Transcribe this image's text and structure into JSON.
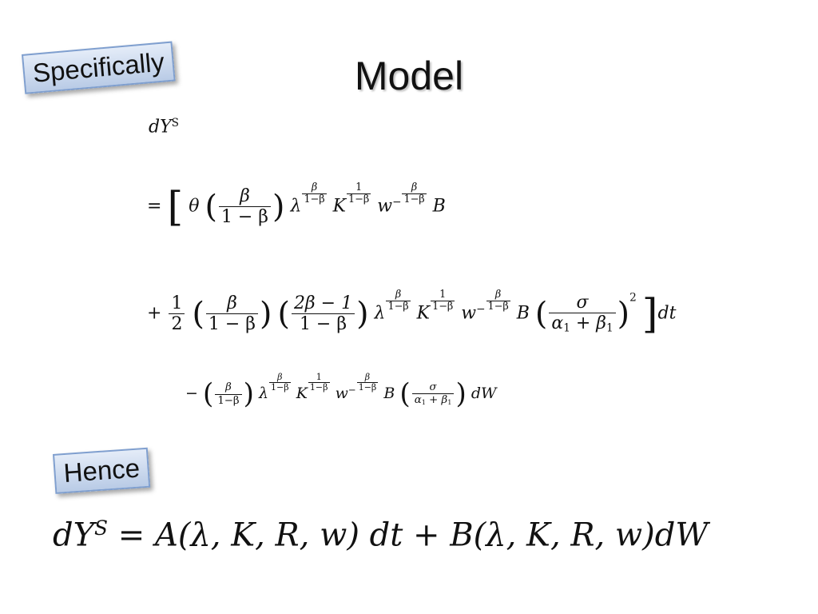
{
  "slide": {
    "title": "Model",
    "tag_specifically": "Specifically",
    "tag_hence": "Hence"
  },
  "model": {
    "lhs": "dY",
    "lhs_sup": "S",
    "equals": "=",
    "plus": "+",
    "minus": "−",
    "theta": "θ",
    "beta": "β",
    "one_minus_beta": "1 − β",
    "lambda": "λ",
    "K": "K",
    "w": "w",
    "B": "B",
    "exp_beta": "β",
    "exp_den": "1−β",
    "exp_one": "1",
    "half_num": "1",
    "half_den": "2",
    "two_beta_minus_one": "2β − 1",
    "sigma": "σ",
    "alpha1_plus_beta1": "α",
    "alpha_sub": "1",
    "plus_beta": " + β",
    "beta_sub": "1",
    "square": "2",
    "dt": "dt",
    "dW": "dW"
  },
  "hence_equation": {
    "lhs": "dY",
    "lhs_sup": "S",
    "rhs": " = A(λ, K, R, w) dt + B(λ, K, R, w)dW"
  }
}
